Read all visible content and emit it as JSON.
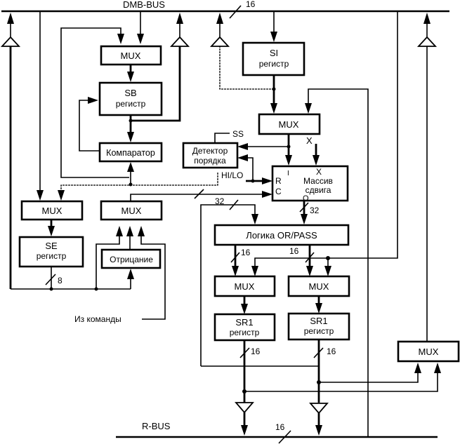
{
  "buses": {
    "top": "DMB-BUS",
    "bottom": "R-BUS"
  },
  "widths": {
    "dmb_bus": "16",
    "r_bus": "16",
    "se_reg": "8",
    "to_shifter_c": "32",
    "shifter_out": "32",
    "logic_left": "16",
    "logic_right": "16",
    "sr1_left": "16",
    "sr1_right": "16"
  },
  "blocks": {
    "mux_sb": "MUX",
    "sb_reg_name": "SB",
    "sb_reg_sub": "регистр",
    "comparator": "Компаратор",
    "si_reg_name": "SI",
    "si_reg_sub": "регистр",
    "mux_si": "MUX",
    "detector_line1": "Детектор",
    "detector_line2": "порядка",
    "shifter_line1": "Массив",
    "shifter_line2": "сдвига",
    "mux_se": "MUX",
    "se_reg_name": "SE",
    "se_reg_sub": "регистр",
    "mux_neg": "MUX",
    "negation": "Отрицание",
    "logic": "Логика OR/PASS",
    "mux_sr1_left": "MUX",
    "mux_sr1_right": "MUX",
    "sr1_left_name": "SR1",
    "sr1_left_sub": "регистр",
    "sr1_right_name": "SR1",
    "sr1_right_sub": "регистр",
    "mux_out": "MUX"
  },
  "signals": {
    "ss": "SS",
    "x_input": "X",
    "hi_lo": "HI/LO",
    "from_instruction": "Из команды",
    "port_i": "I",
    "port_x": "X",
    "port_r": "R",
    "port_c": "C",
    "port_o": "O"
  }
}
